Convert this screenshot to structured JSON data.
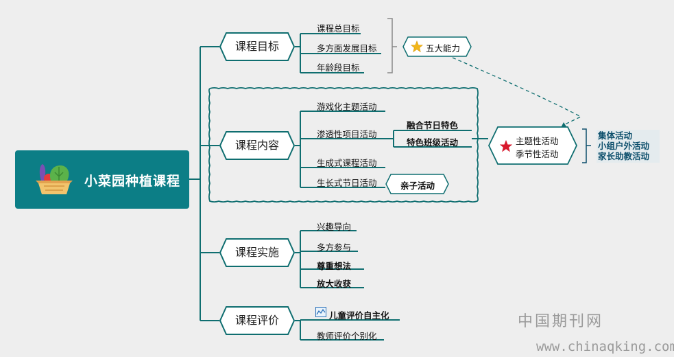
{
  "root": {
    "title": "小菜园种植课程",
    "icon": "vegetable-basket-icon"
  },
  "branches": {
    "goals": {
      "label": "课程目标",
      "items": [
        "课程总目标",
        "多方面发展目标",
        "年龄段目标"
      ],
      "callout": {
        "label": "五大能力",
        "icon": "star-icon"
      }
    },
    "content": {
      "label": "课程内容",
      "items": [
        "游戏化主题活动",
        "渗透性项目活动",
        "生成式课程活动",
        "生长式节日活动"
      ],
      "sub_items": [
        "融合节日特色",
        "特色班级活动"
      ],
      "festival_callout": "亲子活动",
      "star_callout": {
        "items": [
          "主题性活动",
          "季节性活动"
        ],
        "icon": "red-star-icon"
      },
      "side_list": [
        "集体活动",
        "小组户外活动",
        "家长助教活动"
      ]
    },
    "implementation": {
      "label": "课程实施",
      "items": [
        "兴趣导向",
        "多方参与",
        "尊重想法",
        "放大收获"
      ]
    },
    "evaluation": {
      "label": "课程评价",
      "items": [
        "儿童评价自主化",
        "教师评价个别化"
      ],
      "icon": "chart-icon"
    }
  },
  "watermark": {
    "cn": "中国期刊网",
    "url": "www.chinaqking.com"
  },
  "colors": {
    "teal": "#0c7e86",
    "line": "#0f6e70",
    "side_text": "#0d4f6c",
    "star": "#d8182c",
    "gold": "#f2b619"
  }
}
